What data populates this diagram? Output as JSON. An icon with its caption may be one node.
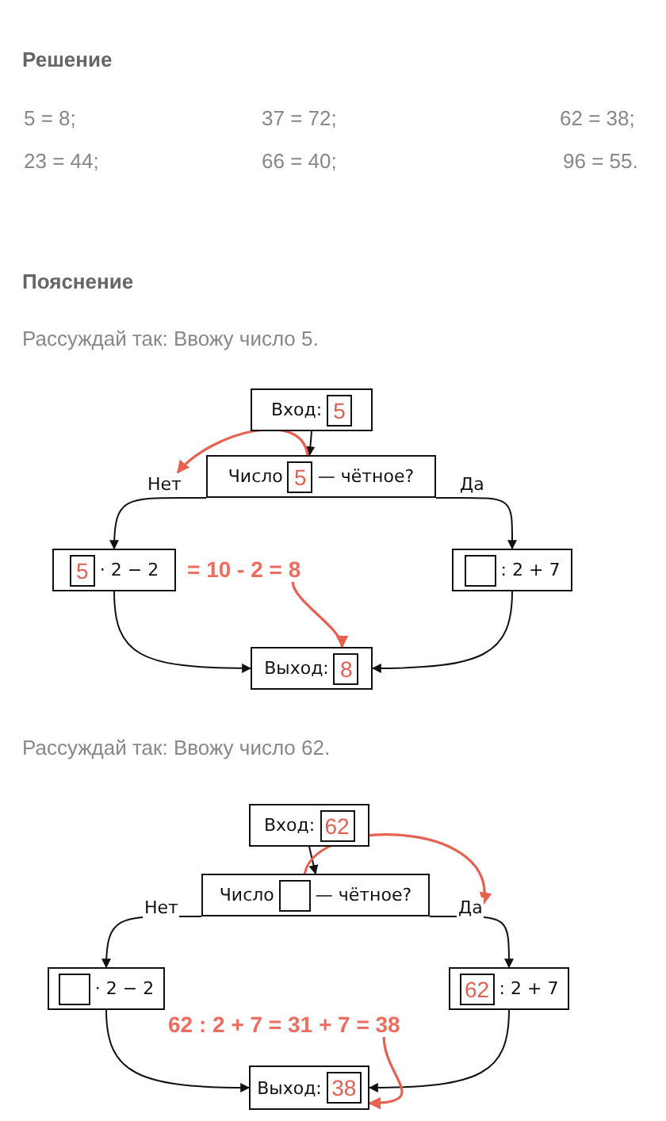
{
  "diagram": {
    "nodes": [
      {
        "text": [
          "Вход:"
        ]
      },
      {
        "text": [
          "5"
        ],
        "in": 0
      },
      {
        "text": [
          "Число",
          "— чётное?"
        ]
      },
      {
        "text": [
          "5"
        ],
        "in": 2
      },
      {
        "text": [
          "· 2 − 2"
        ]
      },
      {
        "text": [
          "5"
        ],
        "in": 4
      },
      {
        "text": [
          ": 2 + 7"
        ]
      },
      {
        "text": [],
        "shape": "box",
        "in": 6
      },
      {
        "text": [
          "Выход:"
        ]
      },
      {
        "text": [
          "8"
        ],
        "in": 8
      },
      {
        "text": [
          "= 10 - 2 = 8"
        ]
      },
      {
        "text": [
          "Вход:"
        ]
      },
      {
        "text": [
          "62"
        ],
        "in": 11
      },
      {
        "text": [
          "Число",
          "— чётное?"
        ]
      },
      {
        "text": [],
        "shape": "box",
        "in": 13
      },
      {
        "text": [
          "· 2 − 2"
        ]
      },
      {
        "text": [],
        "shape": "box",
        "in": 15
      },
      {
        "text": [
          ": 2 + 7"
        ]
      },
      {
        "text": [
          "62"
        ],
        "in": 17
      },
      {
        "text": [
          "Выход:"
        ]
      },
      {
        "text": [
          "38"
        ],
        "in": 19
      },
      {
        "text": [
          "62 : 2 + 7 = 31 + 7 = 38"
        ]
      }
    ],
    "edges": [
      {
        "from": 0,
        "to": 2,
        "arrow": "to"
      },
      {
        "from": 2,
        "to": 4,
        "arrow": "to",
        "label": "Нет"
      },
      {
        "from": 2,
        "to": 6,
        "arrow": "to",
        "label": "Да"
      },
      {
        "from": 4,
        "to": 8,
        "arrow": "to"
      },
      {
        "from": 6,
        "to": 8,
        "arrow": "to"
      },
      {
        "from": 3,
        "to": null,
        "arrow": "to",
        "color": "#e8604f"
      },
      {
        "from": 10,
        "to": 8,
        "arrow": "to",
        "color": "#e8604f"
      },
      {
        "from": 11,
        "to": 13,
        "arrow": "to"
      },
      {
        "from": 13,
        "to": 15,
        "arrow": "to",
        "label": "Нет"
      },
      {
        "from": 13,
        "to": 17,
        "arrow": "to",
        "label": "Да"
      },
      {
        "from": 15,
        "to": 19,
        "arrow": "to"
      },
      {
        "from": 17,
        "to": 19,
        "arrow": "to"
      },
      {
        "from": 14,
        "to": null,
        "arrow": "to",
        "color": "#e8604f"
      },
      {
        "from": 21,
        "to": 19,
        "arrow": "to",
        "color": "#e8604f"
      }
    ],
    "labels": [
      "Решение",
      "5 = 8;",
      "37 = 72;",
      "62 = 38;",
      "23 = 44;",
      "66 = 40;",
      "96 = 55.",
      "Пояснение",
      "Рассуждай так: Ввожу число 5.",
      "Рассуждай так: Ввожу число 62."
    ]
  }
}
